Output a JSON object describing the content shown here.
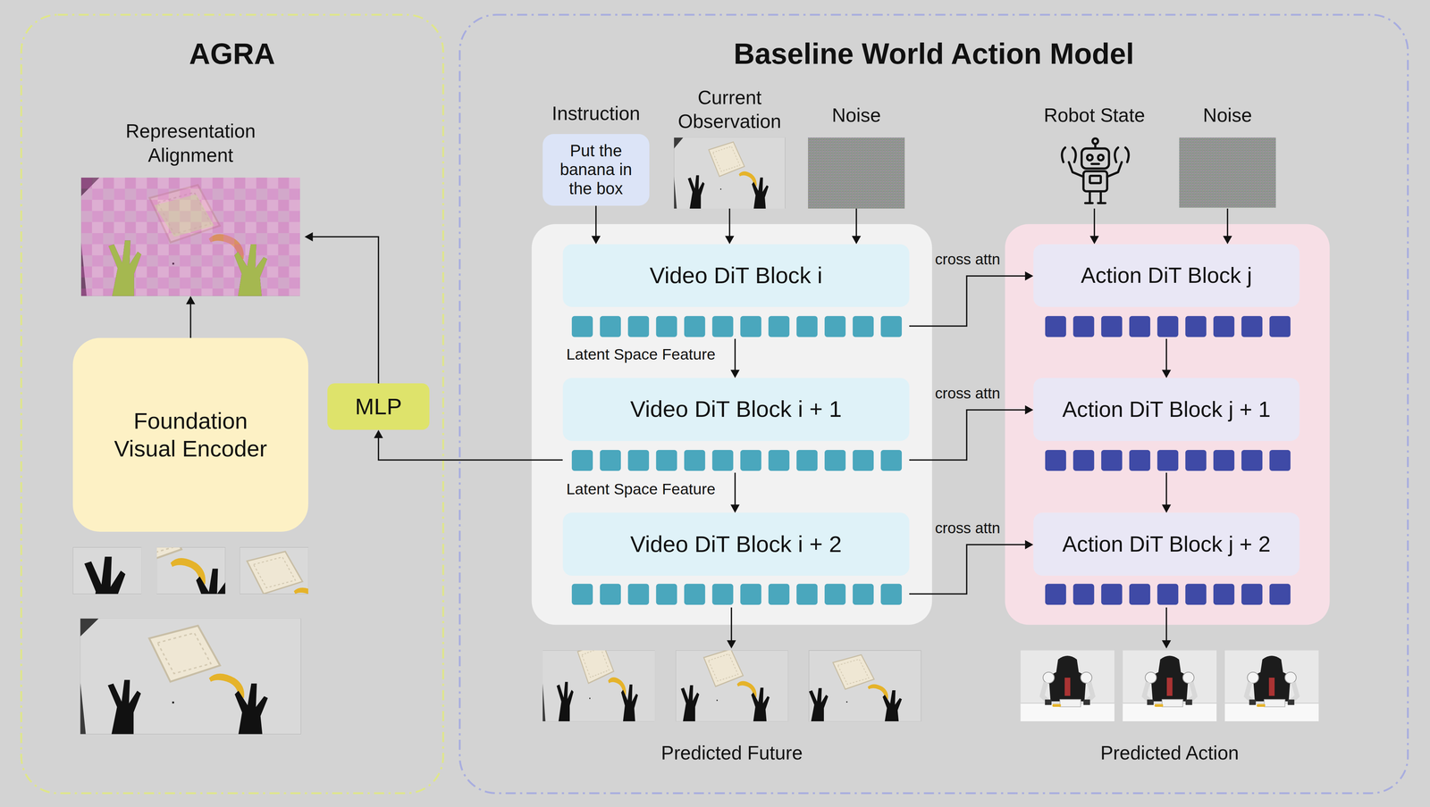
{
  "diagram": {
    "nodes": [
      {
        "text": [
          "AGRA"
        ]
      },
      {
        "text": [
          "Baseline World Action Model"
        ]
      },
      {
        "text": [
          "Representation Alignment"
        ],
        "in": 0
      },
      {
        "text": [
          "Foundation Visual Encoder"
        ],
        "in": 0
      },
      {
        "text": [
          "MLP"
        ],
        "in": 0
      },
      {
        "text": [
          "Instruction",
          "Put the banana in the box"
        ],
        "in": 1
      },
      {
        "text": [
          "Current Observation"
        ],
        "in": 1
      },
      {
        "text": [
          "Noise"
        ],
        "in": 1
      },
      {
        "text": [
          "Robot State"
        ],
        "in": 1
      },
      {
        "text": [
          "Noise"
        ],
        "in": 1
      },
      {
        "text": [
          "Video DiT Block i"
        ],
        "in": 1
      },
      {
        "text": [
          "Video DiT Block i + 1"
        ],
        "in": 1
      },
      {
        "text": [
          "Video DiT Block i + 2"
        ],
        "in": 1
      },
      {
        "text": [
          "Action DiT Block j"
        ],
        "in": 1
      },
      {
        "text": [
          "Action DiT Block j + 1"
        ],
        "in": 1
      },
      {
        "text": [
          "Action DiT Block j + 2"
        ],
        "in": 1
      },
      {
        "text": [
          "Predicted Future"
        ],
        "in": 1
      },
      {
        "text": [
          "Predicted Action"
        ],
        "in": 1
      }
    ],
    "edges": [
      {
        "from": 3,
        "to": 2,
        "arrow": "to"
      },
      {
        "from": 4,
        "to": 2,
        "arrow": "to"
      },
      {
        "from": 11,
        "to": 4,
        "arrow": "to"
      },
      {
        "from": 5,
        "to": 10,
        "arrow": "to"
      },
      {
        "from": 6,
        "to": 10,
        "arrow": "to"
      },
      {
        "from": 7,
        "to": 10,
        "arrow": "to"
      },
      {
        "from": 8,
        "to": 13,
        "arrow": "to"
      },
      {
        "from": 9,
        "to": 13,
        "arrow": "to"
      },
      {
        "from": 10,
        "to": 11,
        "label": "Latent Space Feature",
        "arrow": "to"
      },
      {
        "from": 11,
        "to": 12,
        "label": "Latent Space Feature",
        "arrow": "to"
      },
      {
        "from": 13,
        "to": 14,
        "arrow": "to"
      },
      {
        "from": 14,
        "to": 15,
        "arrow": "to"
      },
      {
        "from": 10,
        "to": 13,
        "label": "cross attn",
        "arrow": "to"
      },
      {
        "from": 11,
        "to": 14,
        "label": "cross attn",
        "arrow": "to"
      },
      {
        "from": 12,
        "to": 15,
        "label": "cross attn",
        "arrow": "to"
      },
      {
        "from": 12,
        "to": 16,
        "arrow": "to"
      },
      {
        "from": 15,
        "to": 17,
        "arrow": "to"
      }
    ]
  }
}
